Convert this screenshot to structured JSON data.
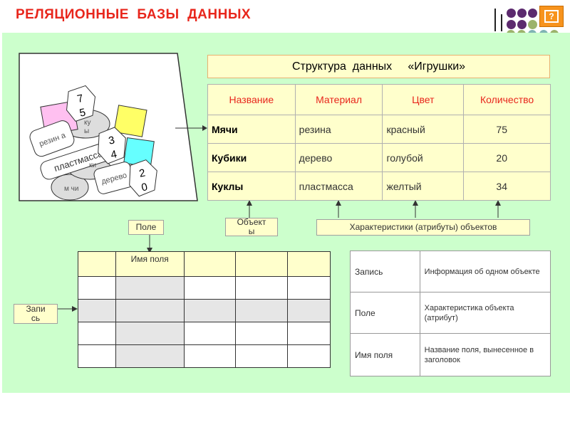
{
  "header": {
    "title": "РЕЛЯЦИОННЫЕ  БАЗЫ  ДАННЫХ",
    "help_icon": "help-icon"
  },
  "colors": {
    "title": "#e8261c",
    "panel_bg": "#ccffcc",
    "cell_bg": "#ffffcc",
    "dots_purple": "#5c2a6e",
    "dots_green": "#9cb36b",
    "dots_teal": "#7fb4b4",
    "help_button": "#f7931d"
  },
  "basket": {
    "pieces": {
      "rezina": "резин а",
      "plastmassa": "пластмасса",
      "derevo": "дерево",
      "kubiki_a": "ку",
      "kubiki_b": "ы",
      "kubiki_c": "ки",
      "myachi": "м чи"
    },
    "numbers": {
      "n7": "7",
      "n5": "5",
      "n3": "3",
      "n4": "4",
      "n2": "2",
      "n0": "0"
    }
  },
  "structure": {
    "title": "Структура  данных     «Игрушки»",
    "columns": [
      "Название",
      "Материал",
      "Цвет",
      "Количество"
    ],
    "rows": [
      {
        "name": "Мячи",
        "material": "резина",
        "color": "красный",
        "count": "75"
      },
      {
        "name": "Кубики",
        "material": "дерево",
        "color": "голубой",
        "count": "20"
      },
      {
        "name": "Куклы",
        "material": "пластмасса",
        "color": "желтый",
        "count": "34"
      }
    ]
  },
  "labels": {
    "field": "Поле",
    "objects": "Объекты",
    "attributes": "Характеристики (атрибуты) объектов",
    "record": "Запись"
  },
  "grid": {
    "field_name": "Имя поля"
  },
  "definitions": [
    {
      "term": "Запись",
      "definition": "Информация об одном объекте"
    },
    {
      "term": "Поле",
      "definition": "Характеристика объекта (атрибут)"
    },
    {
      "term": "Имя поля",
      "definition": "Название поля, вынесенное в заголовок"
    }
  ]
}
